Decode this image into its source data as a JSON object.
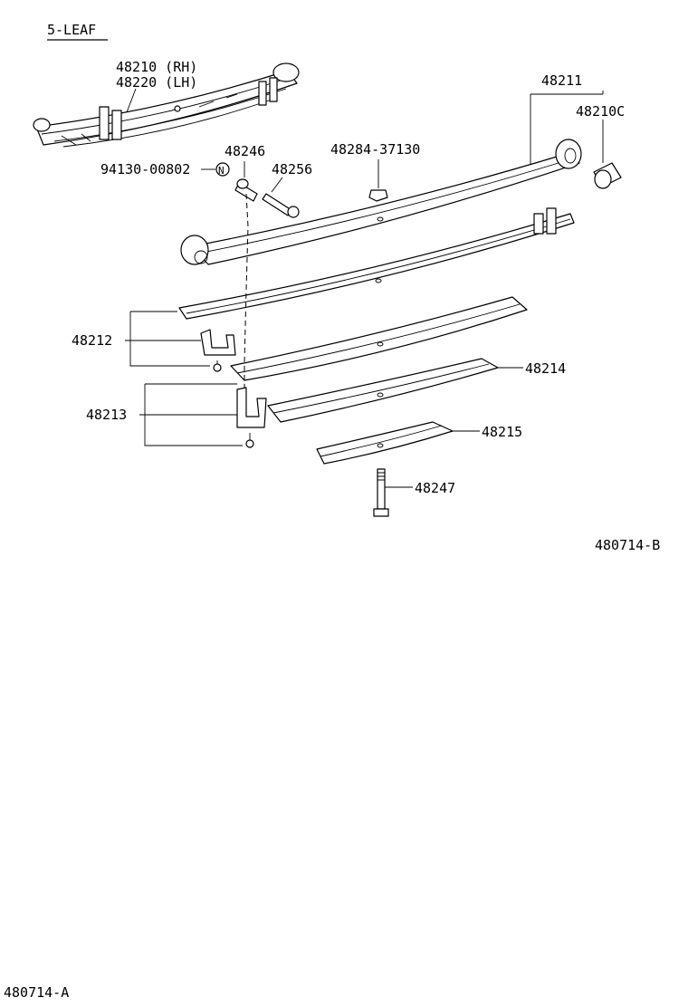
{
  "diagram": {
    "header": "5-LEAF",
    "footer_code": "480714-A",
    "figure_code": "480714-B",
    "callouts": {
      "assy_rh": "48210 (RH)",
      "assy_lh": "48220 (LH)",
      "leaf_main": "48211",
      "bushing": "48210C",
      "pin": "48246",
      "bolt": "48256",
      "washer": "94130-00802",
      "washer_symbol": "N",
      "nut": "48284-37130",
      "clip_upper": "48212",
      "clip_lower": "48213",
      "leaf_4": "48214",
      "leaf_5": "48215",
      "center_bolt": "48247"
    }
  }
}
